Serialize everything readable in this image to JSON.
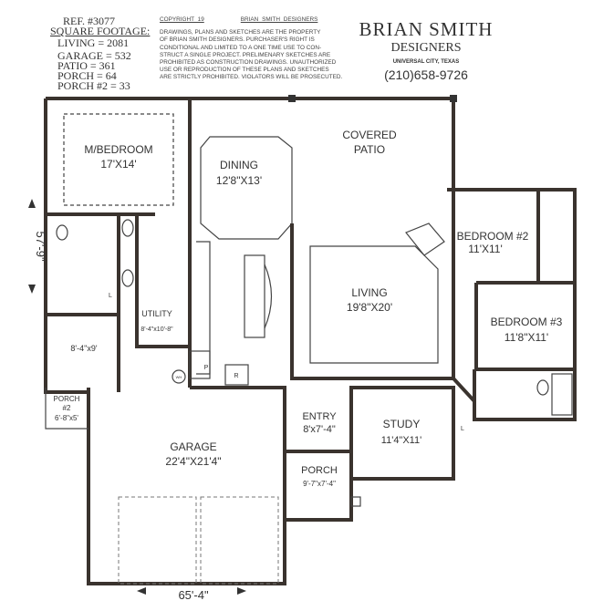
{
  "header": {
    "ref": "REF. #3077",
    "sqft_title": "SQUARE FOOTAGE:",
    "sqft": [
      "LIVING = 2081",
      "GARAGE = 532",
      "PATIO = 361",
      "PORCH = 64",
      "PORCH #2 = 33"
    ],
    "copyright_left": "COPYRIGHT 19",
    "copyright_right": "BRIAN SMITH DESIGNERS",
    "notice": [
      "DRAWINGS, PLANS AND SKETCHES ARE THE PROPERTY",
      "OF BRIAN SMITH DESIGNERS. PURCHASER'S RIGHT IS",
      "CONDITIONAL AND LIMITED TO A ONE TIME USE TO CON-",
      "STRUCT A SINGLE PROJECT. PRELIMENARY SKETCHES ARE",
      "PROHIBITED AS CONSTRUCTION DRAWINGS. UNAUTHORIZED",
      "USE OR REPRODUCTION OF THESE PLANS AND SKETCHES",
      "ARE STRICTLY PROHIBITED. VIOLATORS WILL BE PROSECUTED."
    ],
    "brand_name": "BRIAN SMITH",
    "brand_sub": "DESIGNERS",
    "city": "UNIVERSAL CITY, TEXAS",
    "phone": "(210)658-9726"
  },
  "rooms": {
    "mbed": [
      "M/BEDROOM",
      "17'X14'"
    ],
    "dining": [
      "DINING",
      "12'8\"X13'"
    ],
    "patio": [
      "COVERED",
      "PATIO"
    ],
    "bed2": [
      "BEDROOM #2",
      "11'X11'"
    ],
    "living": [
      "LIVING",
      "19'8\"X20'"
    ],
    "bed3": [
      "BEDROOM #3",
      "11'8\"X11'"
    ],
    "utility": [
      "UTILITY",
      "8'-4\"x10'-8\""
    ],
    "closet": "8'-4\"x9'",
    "porch2": [
      "PORCH",
      "#2",
      "6'-8\"x5'"
    ],
    "entry": [
      "ENTRY",
      "8'x7'-4\""
    ],
    "study": [
      "STUDY",
      "11'4\"X11'"
    ],
    "garage": [
      "GARAGE",
      "22'4\"X21'4\""
    ],
    "porch": [
      "PORCH",
      "9'-7\"x7'-4\""
    ]
  },
  "fixtures": {
    "pantry": "P",
    "refrigerator": "R",
    "linen": "L",
    "linen2": "L",
    "water_heater": "WH"
  },
  "dimensions": {
    "depth": "57'-9\"",
    "width": "65'-4\""
  }
}
